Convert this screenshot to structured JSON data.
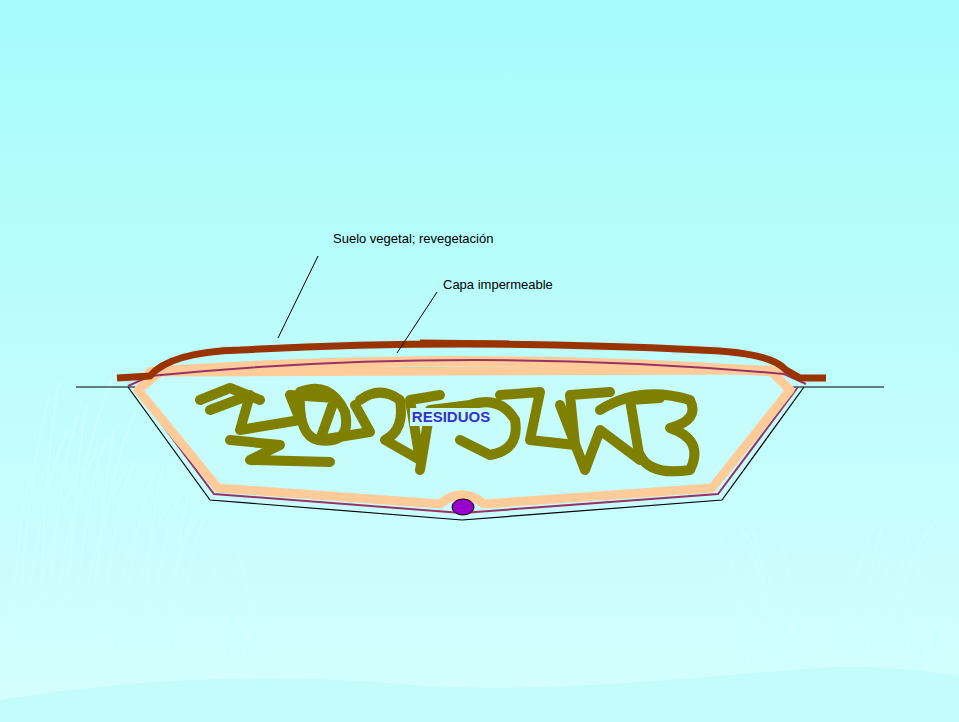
{
  "diagram": {
    "nodes": [
      {
        "text": [
          "RESIDUOS"
        ]
      }
    ],
    "labels": [
      "Suelo vegetal; revegetación",
      "Capa impermeable"
    ]
  }
}
